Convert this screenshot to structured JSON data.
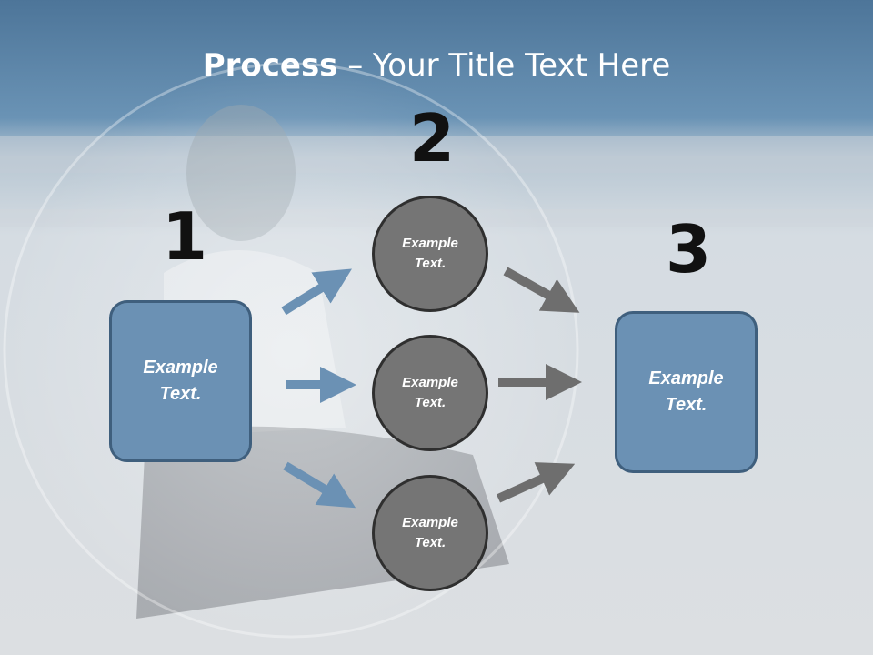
{
  "title": {
    "bold": "Process",
    "rest": " – Your Title Text Here"
  },
  "numbers": {
    "one": "1",
    "two": "2",
    "three": "3"
  },
  "left_box": {
    "line1": "Example",
    "line2": "Text."
  },
  "right_box": {
    "line1": "Example",
    "line2": "Text."
  },
  "circles": [
    {
      "line1": "Example",
      "line2": "Text."
    },
    {
      "line1": "Example",
      "line2": "Text."
    },
    {
      "line1": "Example",
      "line2": "Text."
    }
  ],
  "colors": {
    "blue_arrow": "#6b91b4",
    "gray_arrow": "#6e6e6e",
    "box_fill": "#6b91b4",
    "circle_fill": "#757575"
  }
}
